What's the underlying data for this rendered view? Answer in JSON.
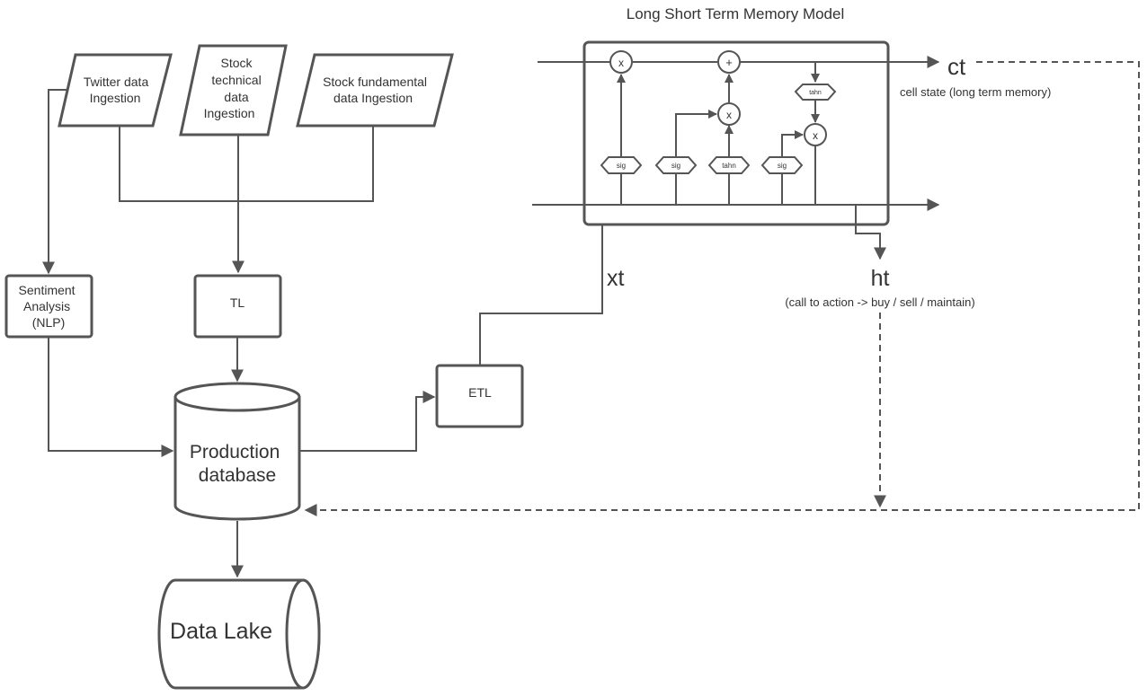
{
  "title": "Long Short Term Memory Model",
  "sources": {
    "twitter": [
      "Twitter data",
      "Ingestion"
    ],
    "technical": [
      "Stock",
      "technical",
      "data",
      "Ingestion"
    ],
    "fundamental": [
      "Stock fundamental",
      "data Ingestion"
    ]
  },
  "processes": {
    "sentiment": [
      "Sentiment",
      "Analysis",
      "(NLP)"
    ],
    "tl": "TL",
    "etl": "ETL"
  },
  "stores": {
    "production": [
      "Production",
      "database"
    ],
    "lake": "Data Lake"
  },
  "lstm": {
    "ct": "ct",
    "ct_caption": "cell state (long term memory)",
    "xt": "xt",
    "ht": "ht",
    "ht_caption": "(call to action -> buy / sell / maintain)",
    "ops": {
      "multiply": "x",
      "add": "+"
    },
    "gates": {
      "sigmoid": "sig",
      "tanh": "tahn"
    }
  }
}
